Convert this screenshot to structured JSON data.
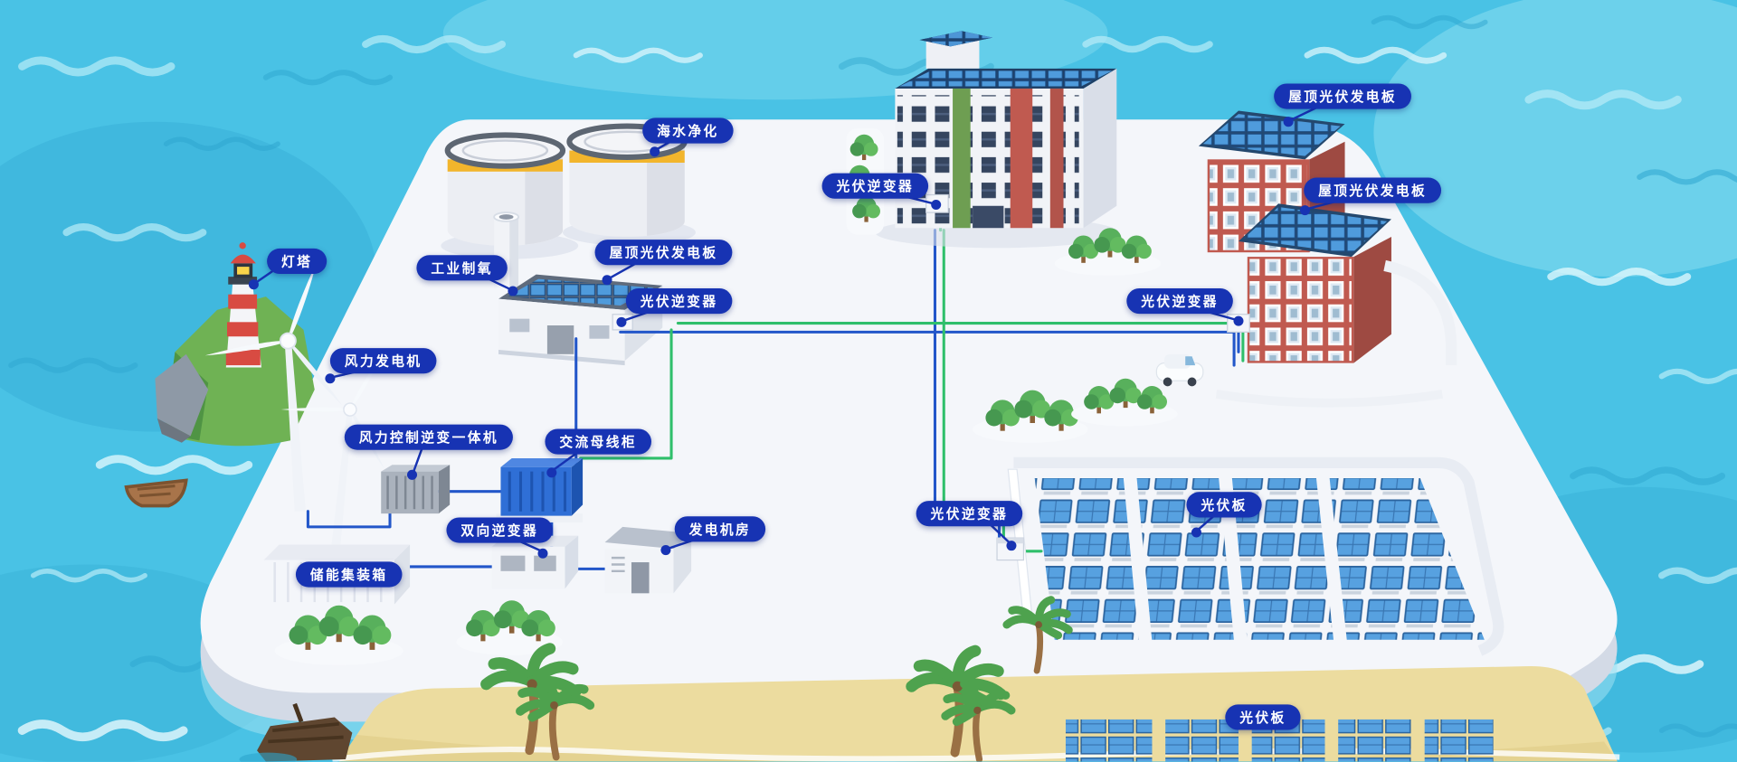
{
  "diagram": {
    "labels": [
      {
        "id": "seawater-purification",
        "text": "海水净化"
      },
      {
        "id": "lighthouse",
        "text": "灯塔"
      },
      {
        "id": "industrial-oxygen",
        "text": "工业制氧"
      },
      {
        "id": "rooftop-pv-factory",
        "text": "屋顶光伏发电板"
      },
      {
        "id": "pv-inverter-factory",
        "text": "光伏逆变器"
      },
      {
        "id": "wind-turbine",
        "text": "风力发电机"
      },
      {
        "id": "wind-control-inverter",
        "text": "风力控制逆变一体机"
      },
      {
        "id": "ac-bus-cabinet",
        "text": "交流母线柜"
      },
      {
        "id": "bidirectional-inverter",
        "text": "双向逆变器"
      },
      {
        "id": "energy-storage-container",
        "text": "储能集装箱"
      },
      {
        "id": "generator-room",
        "text": "发电机房"
      },
      {
        "id": "pv-inverter-apartment",
        "text": "光伏逆变器"
      },
      {
        "id": "rooftop-pv-building-a",
        "text": "屋顶光伏发电板"
      },
      {
        "id": "rooftop-pv-building-b",
        "text": "屋顶光伏发电板"
      },
      {
        "id": "pv-inverter-buildings",
        "text": "光伏逆变器"
      },
      {
        "id": "pv-inverter-solar-farm",
        "text": "光伏逆变器"
      },
      {
        "id": "pv-panels-solar-farm",
        "text": "光伏板"
      },
      {
        "id": "pv-panels-beach",
        "text": "光伏板"
      }
    ],
    "colors": {
      "label_bg": "#1733b3",
      "label_text": "#ffffff",
      "water": "#49c2e5",
      "platform": "#f4f6fa",
      "sand": "#ecdc9f",
      "pv_panel": "#57a1e0",
      "line_green": "#2fbf6b",
      "line_blue": "#2256c9"
    }
  }
}
